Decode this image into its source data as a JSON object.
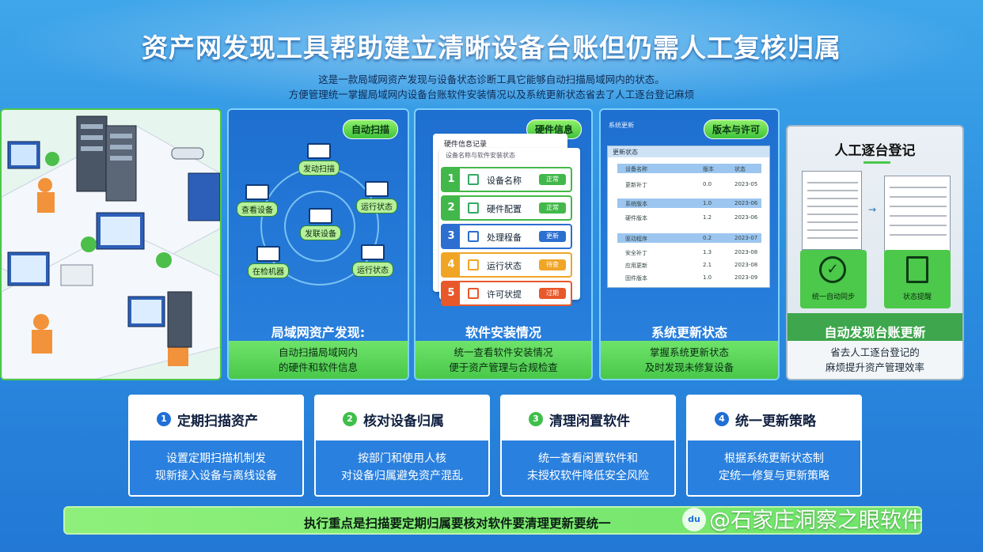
{
  "title": "资产网发现工具帮助建立清晰设备台账但仍需人工复核归属",
  "subtitle_lines": [
    "这是一款局域网资产发现与设备状态诊断工具它能够自动扫描局域网内的状态。",
    "方便管理统一掌握局域网内设备台账软件安装情况以及系统更新状态省去了人工逐台登记麻烦"
  ],
  "panels": {
    "scan": {
      "tag": "自动扫描",
      "nodes": [
        "发动扫描",
        "运行状态",
        "发联设备",
        "运行状态",
        "查看设备",
        "在检机器"
      ],
      "title": "局域网资产发现:",
      "desc": [
        "自动扫描局域网内",
        "的硬件和软件信息"
      ]
    },
    "software": {
      "tag": "硬件信息",
      "sheet_header": "硬件信息记录",
      "sheet_sub": "设备名称与软件安装状态",
      "rows": [
        {
          "num": "1",
          "label": "设备名称",
          "pill": "正常"
        },
        {
          "num": "2",
          "label": "硬件配置",
          "pill": "正常"
        },
        {
          "num": "3",
          "label": "处理程备",
          "pill": "更新"
        },
        {
          "num": "4",
          "label": "运行状态",
          "pill": "待查"
        },
        {
          "num": "5",
          "label": "许可状提",
          "pill": "过期"
        }
      ],
      "title": "软件安装情况",
      "desc": [
        "统一查看软件安装情况",
        "便于资产管理与合规检查"
      ]
    },
    "update": {
      "tag": "版本与许可",
      "header": "系统更新",
      "table_title": "更新状态",
      "rows": [
        [
          "设备名称",
          "版本",
          "状态"
        ],
        [
          "更新补丁",
          "0.0",
          "2023-05"
        ],
        [
          "系统版本",
          "1.0",
          "2023-06"
        ],
        [
          "硬件版本",
          "1.2",
          "2023-06"
        ],
        [
          "驱动程序",
          "0.2",
          "2023-07"
        ],
        [
          "安全补丁",
          "1.3",
          "2023-08"
        ],
        [
          "应用更新",
          "2.1",
          "2023-08"
        ],
        [
          "固件版本",
          "1.0",
          "2023-09"
        ]
      ],
      "title": "系统更新状态",
      "desc": [
        "掌握系统更新状态",
        "及时发现未修复设备"
      ]
    },
    "manual": {
      "heading": "人工逐台登记",
      "btn1": "统一自动同步",
      "btn2": "状态提醒",
      "title": "自动发现台账更新",
      "desc": [
        "省去人工逐台登记的",
        "麻烦提升资产管理效率"
      ]
    }
  },
  "cards": [
    {
      "num": "1",
      "title": "定期扫描资产",
      "desc": [
        "设置定期扫描机制发",
        "现新接入设备与离线设备"
      ]
    },
    {
      "num": "2",
      "title": "核对设备归属",
      "desc": [
        "按部门和使用人核",
        "对设备归属避免资产混乱"
      ]
    },
    {
      "num": "3",
      "title": "清理闲置软件",
      "desc": [
        "统一查看闲置软件和",
        "未授权软件降低安全风险"
      ]
    },
    {
      "num": "4",
      "title": "统一更新策略",
      "desc": [
        "根据系统更新状态制",
        "定统一修复与更新策略"
      ]
    }
  ],
  "bottom_text": "执行重点是扫描要定期归属要核对软件要清理更新要统一",
  "watermark": "@石家庄洞察之眼软件",
  "watermark_badge": "du",
  "colors": {
    "accent_green": "#4cc84a",
    "panel_blue": "#1e6fd0",
    "bg_blue": "#2c8fe0"
  }
}
